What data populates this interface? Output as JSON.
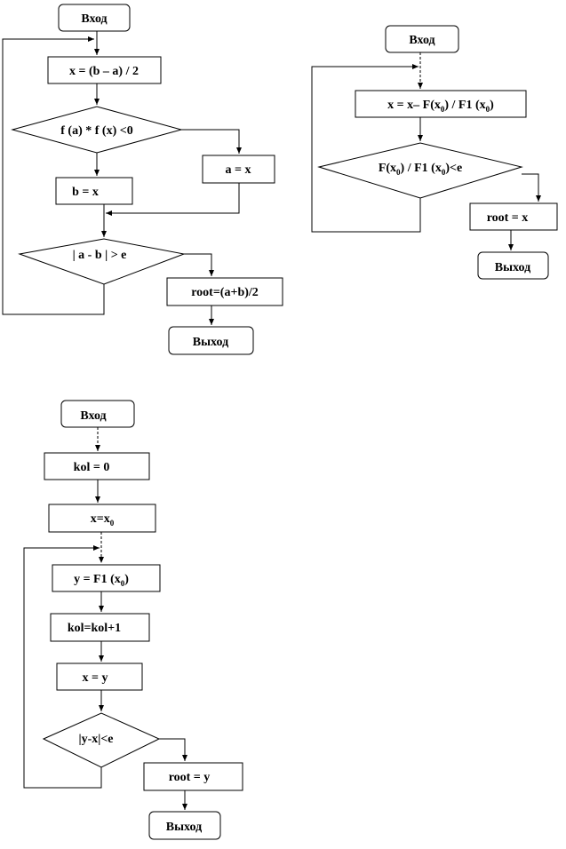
{
  "flowcharts": {
    "bisection": {
      "start": "Вход",
      "calc_x": "x = (b – a) / 2",
      "condition_sign": "f (a) * f (x) <0",
      "assign_a": "a = x",
      "assign_b": "b = x",
      "condition_eps": "| a - b | > e",
      "root": "root=(a+b)/2",
      "end": "Выход"
    },
    "newton": {
      "start": "Вход",
      "step": {
        "a": "x = x– F(x",
        "b": "0",
        "c": ") / F1 (x",
        "d": "0",
        "e": ")"
      },
      "condition": {
        "a": "F(x",
        "b": "0",
        "c": ") / F1 (x",
        "d": "0",
        "e": ")<e"
      },
      "root": "root = x",
      "end": "Выход"
    },
    "iteration": {
      "start": "Вход",
      "init_kol": "kol = 0",
      "init_x": {
        "a": "x=x",
        "b": "0"
      },
      "calc_y": {
        "a": "y = F1 (x",
        "b": "0",
        "c": ")"
      },
      "increment": "kol=kol+1",
      "assign_x": "x = y",
      "condition": "|y-x|<e",
      "root": "root = y",
      "end": "Выход"
    }
  }
}
